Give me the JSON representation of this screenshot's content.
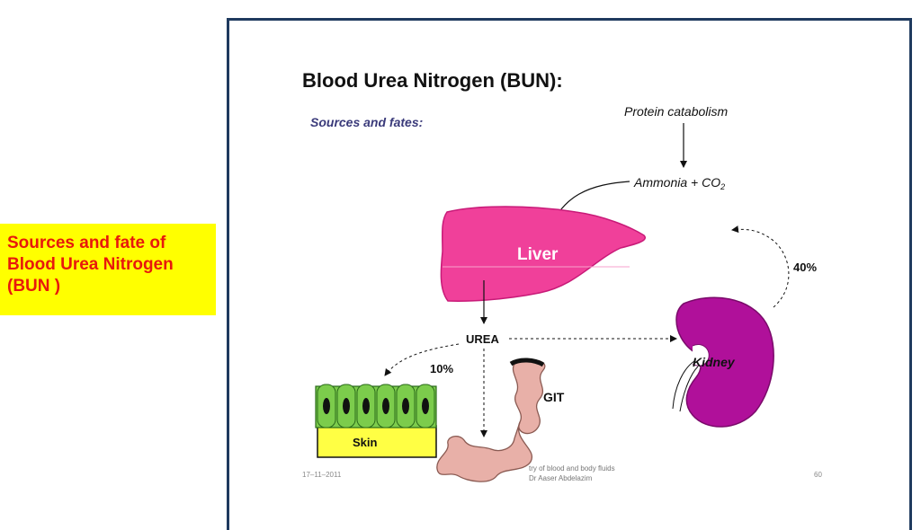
{
  "side_label": {
    "lines": [
      "Sources and fate of",
      "Blood Urea Nitrogen",
      "(BUN )"
    ]
  },
  "slide": {
    "title": "Blood Urea Nitrogen (BUN):",
    "subtitle": "Sources and fates:",
    "protein_catabolism": "Protein catabolism",
    "ammonia_co2": "Ammonia + CO",
    "co2_subscript": "2",
    "liver": "Liver",
    "urea": "UREA",
    "percent_10": "10%",
    "percent_40": "40%",
    "git": "GIT",
    "skin": "Skin",
    "kidney": "Kidney",
    "footer_date": "17–11–2011",
    "footer_text_1": "try of blood and body fluids",
    "footer_text_2": "Dr Aaser Abdelazim",
    "footer_page": "60"
  },
  "colors": {
    "side_bg": "#ffff00",
    "side_text": "#e8180c",
    "frame_border": "#1f3a5f",
    "liver": "#f0409a",
    "kidney": "#b0109a",
    "git": "#e8b0a8",
    "skin_cells": "#7ccc4c",
    "skin_base": "#ffff44",
    "subtitle": "#3a3a7a"
  }
}
